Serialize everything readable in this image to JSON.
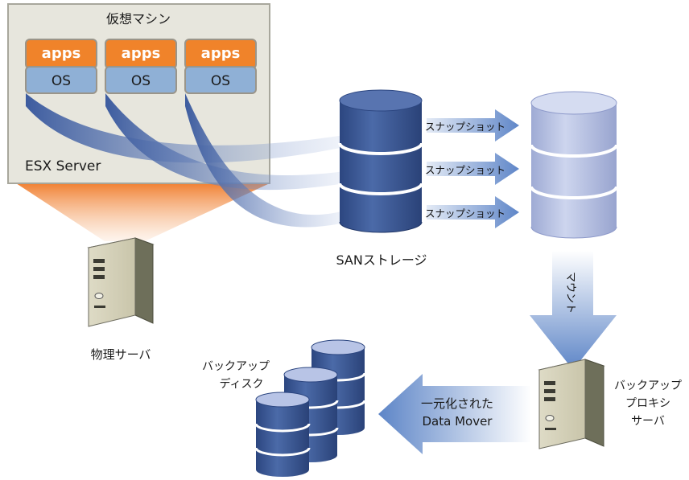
{
  "vm_group": {
    "title": "仮想マシン",
    "server_label": "ESX Server",
    "vms": [
      {
        "app": "apps",
        "os": "OS"
      },
      {
        "app": "apps",
        "os": "OS"
      },
      {
        "app": "apps",
        "os": "OS"
      }
    ]
  },
  "physical_server": {
    "label": "物理サーバ"
  },
  "san": {
    "label": "SANストレージ"
  },
  "snapshots": [
    "スナップショット",
    "スナップショット",
    "スナップショット"
  ],
  "mount": {
    "label": "マウント"
  },
  "proxy": {
    "lines": [
      "バックアップ",
      "プロキシ",
      "サーバ"
    ]
  },
  "data_mover": {
    "lines": [
      "一元化された",
      "Data Mover"
    ]
  },
  "backup_disk": {
    "lines": [
      "バックアップ",
      "ディスク"
    ]
  },
  "colors": {
    "app_orange": "#f0832a",
    "os_blue": "#8fb0d6",
    "disk_dark": "#3d5c95",
    "disk_light": "#b7c2e2",
    "arrow_blue": "#5f7fc0",
    "physical_glow": "#f08a3c"
  }
}
